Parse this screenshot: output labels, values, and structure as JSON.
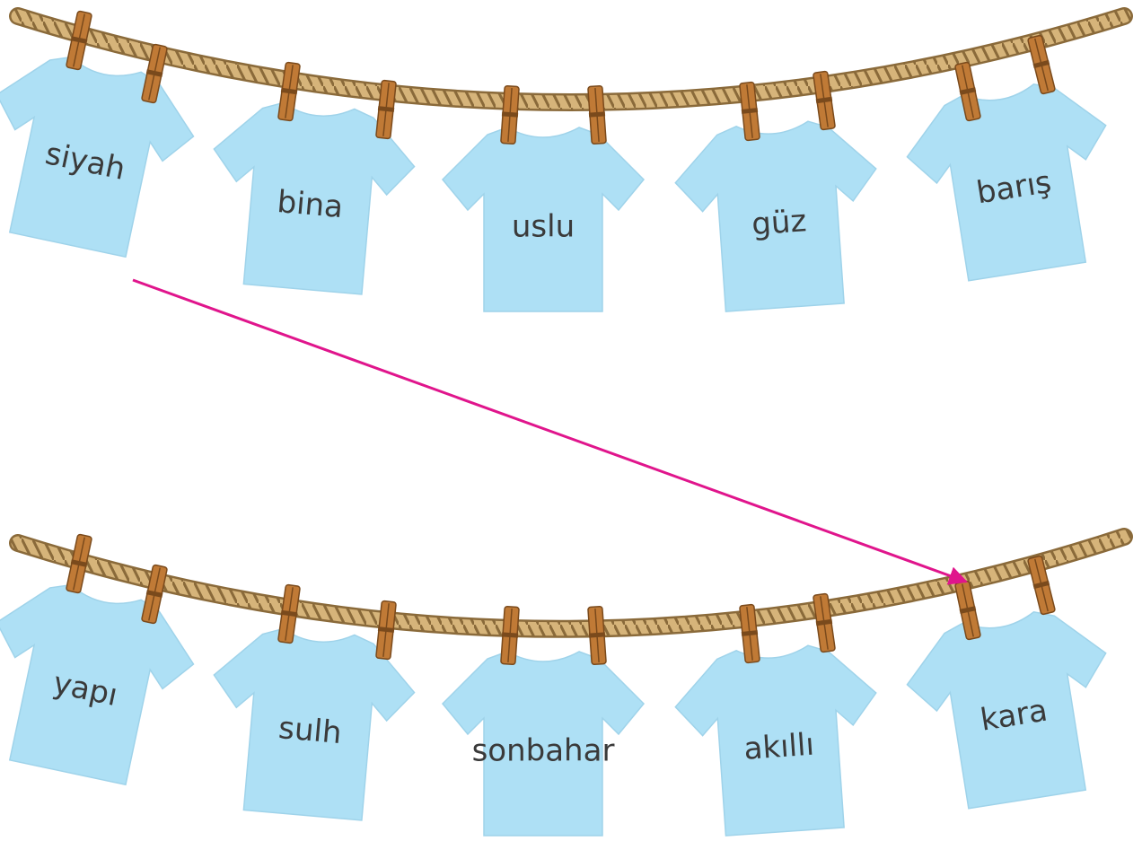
{
  "top_row": {
    "words": [
      "siyah",
      "bina",
      "uslu",
      "güz",
      "barış"
    ]
  },
  "bottom_row": {
    "words": [
      "yapı",
      "sulh",
      "sonbahar",
      "akıllı",
      "kara"
    ]
  },
  "match_arrow": {
    "from": "siyah",
    "to": "kara",
    "color": "#e0158c"
  },
  "colors": {
    "shirt": "#aee0f5",
    "rope": "#c9a46a",
    "rope_dark": "#8a6a3a",
    "peg": "#c07a36",
    "peg_dark": "#7a4a1c"
  }
}
